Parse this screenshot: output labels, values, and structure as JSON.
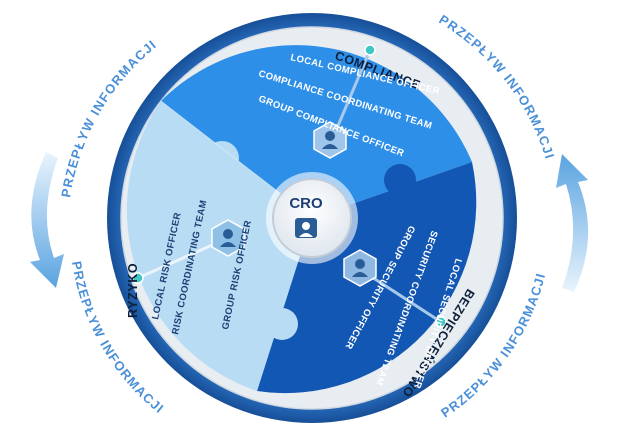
{
  "center": {
    "title": "CRO"
  },
  "flow_label": "PRZEPŁYW INFORMACJI",
  "compliance": {
    "title": "COMPLIANCE",
    "roles": [
      "LOCAL COMPLIANCE OFFICER",
      "COMPLIANCE COORDINATING TEAM",
      "GROUP COMPLIANCE OFFICER"
    ]
  },
  "risk": {
    "title": "RYZYKO",
    "roles": [
      "LOCAL RISK OFFICER",
      "RISK COORDINATING TEAM",
      "GROUP RISK OFFICER"
    ]
  },
  "security": {
    "title": "BEZPIECZEŃSTWO",
    "roles": [
      "LOCAL SECURITY OFFICER",
      "SECURITY COORDINATING TEAM",
      "GROUP SECURITY OFFICER"
    ]
  },
  "colors": {
    "compliance": "#2e8fe8",
    "risk": "#b9dcf5",
    "security": "#1257b3",
    "ring": "#1e5fad",
    "accent": "#3ec7c4"
  },
  "icons": [
    "person-icon",
    "teal-dot-icon",
    "refresh-arrow-icon"
  ]
}
